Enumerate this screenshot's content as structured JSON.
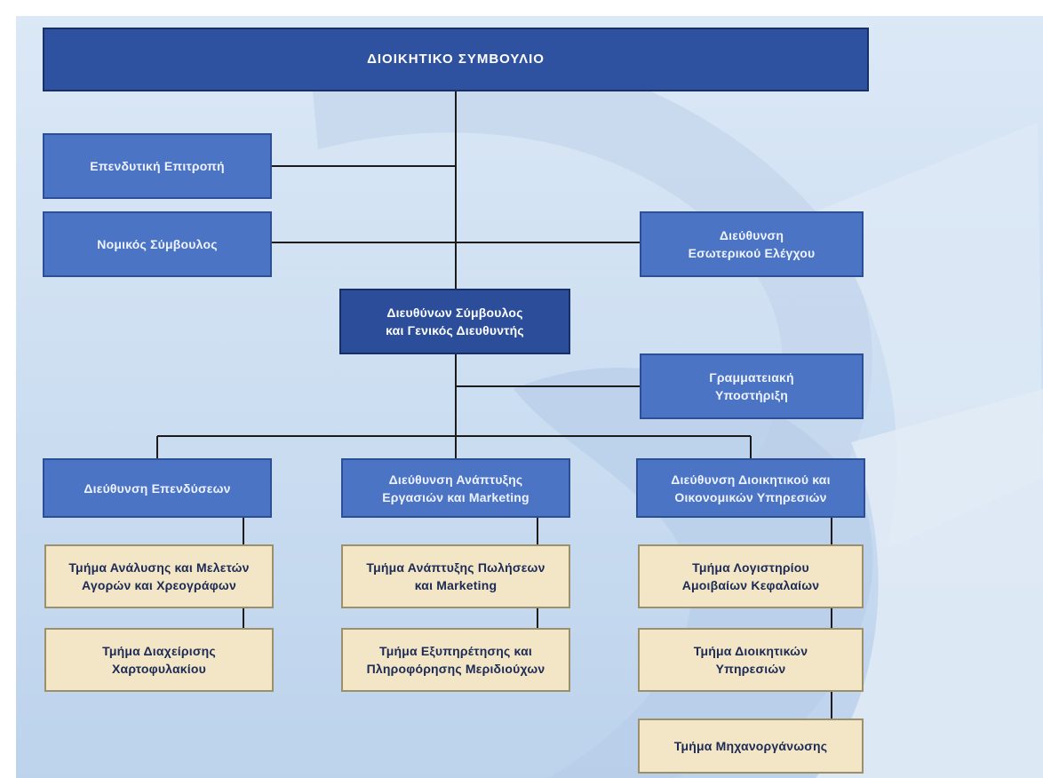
{
  "colors": {
    "board_fill": "#2f52a0",
    "unit_fill": "#4b74c4",
    "ceo_fill": "#2c4e9a",
    "department_fill": "#f2e6c6",
    "background": "#cfe0f2",
    "connector": "#1b1b1b"
  },
  "org": {
    "board": "ΔΙΟΙΚΗΤΙΚΟ ΣΥΜΒΟΥΛΙΟ",
    "investment_committee": "Επενδυτική Επιτροπή",
    "legal_advisor": "Νομικός Σύμβουλος",
    "internal_audit": "Διεύθυνση\nΕσωτερικού Ελέγχου",
    "ceo": "Διευθύνων Σύμβουλος\nκαι Γενικός Διευθυντής",
    "secretarial_support": "Γραμματειακή\nΥποστήριξη",
    "directorates": [
      {
        "name": "Διεύθυνση Επενδύσεων",
        "departments": [
          "Τμήμα Ανάλυσης και Μελετών\nΑγορών και Χρεογράφων",
          "Τμήμα Διαχείρισης\nΧαρτοφυλακίου"
        ]
      },
      {
        "name": "Διεύθυνση Ανάπτυξης\nΕργασιών και Marketing",
        "departments": [
          "Τμήμα Ανάπτυξης Πωλήσεων\nκαι Marketing",
          "Τμήμα Εξυπηρέτησης και\nΠληροφόρησης Μεριδιούχων"
        ]
      },
      {
        "name": "Διεύθυνση Διοικητικού και\nΟικονομικών Υπηρεσιών",
        "departments": [
          "Τμήμα Λογιστηρίου\nΑμοιβαίων Κεφαλαίων",
          "Τμήμα Διοικητικών\nΥπηρεσιών",
          "Τμήμα Μηχανοργάνωσης"
        ]
      }
    ]
  }
}
